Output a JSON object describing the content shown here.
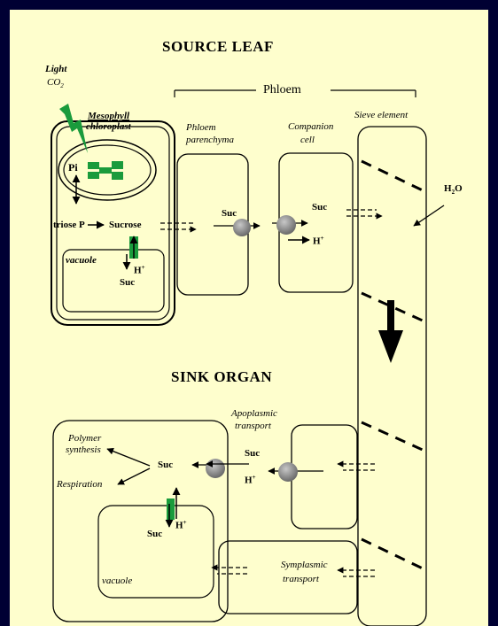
{
  "headings": {
    "source": "SOURCE LEAF",
    "sink": "SINK ORGAN"
  },
  "source": {
    "light": "Light",
    "co2": "CO",
    "co2_sub": "2",
    "phloem": "Phloem",
    "mesophyll_line1": "Mesophyll",
    "mesophyll_line2": "chloroplast",
    "pi": "Pi",
    "triose": "triose P",
    "sucrose": "Sucrose",
    "vacuole": "vacuole",
    "h_plus": "H",
    "suc": "Suc",
    "parenchyma_line1": "Phloem",
    "parenchyma_line2": "parenchyma",
    "parenchyma_suc": "Suc",
    "companion_line1": "Companion",
    "companion_line2": "cell",
    "companion_suc": "Suc",
    "companion_h": "H",
    "sieve": "Sieve element",
    "h2o": "H",
    "h2o_sub": "2",
    "h2o_tail": "O"
  },
  "sink": {
    "polymer_line1": "Polymer",
    "polymer_line2": "synthesis",
    "respiration": "Respiration",
    "suc_center": "Suc",
    "vacuole": "vacuole",
    "vac_suc": "Suc",
    "vac_h": "H",
    "apoplastic_line1": "Apoplasmic",
    "apoplastic_line2": "transport",
    "apo_suc": "Suc",
    "apo_h": "H",
    "symplastic_line1": "Symplasmic",
    "symplastic_line2": "transport"
  },
  "colors": {
    "background": "#000033",
    "panel": "#fefecd",
    "transporter_green": "#1a9b3c",
    "carrier_gray": "#8a8a8a"
  }
}
